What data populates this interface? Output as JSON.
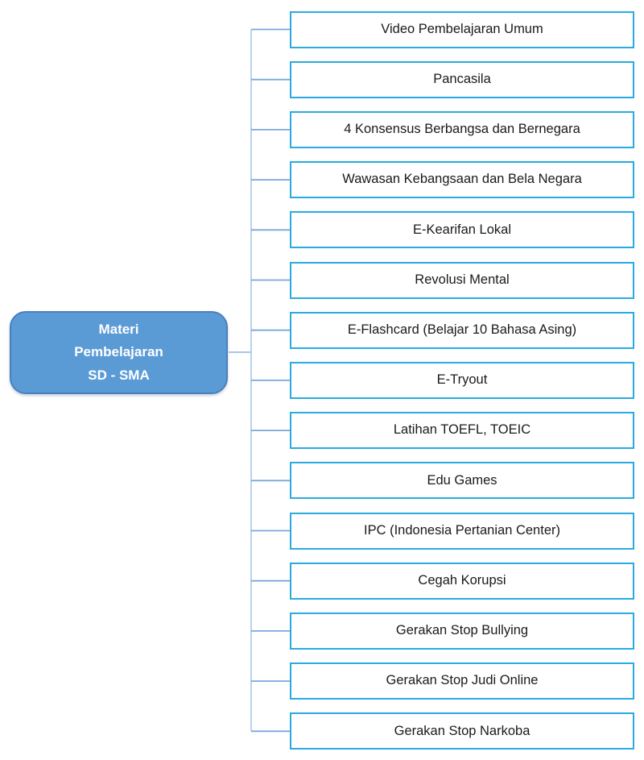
{
  "diagram": {
    "root": {
      "label": "Materi\nPembelajaran\nSD - SMA"
    },
    "nodes": [
      {
        "label": "Video Pembelajaran Umum"
      },
      {
        "label": "Pancasila"
      },
      {
        "label": "4 Konsensus Berbangsa dan Bernegara"
      },
      {
        "label": "Wawasan Kebangsaan dan Bela Negara"
      },
      {
        "label": "E-Kearifan Lokal"
      },
      {
        "label": "Revolusi Mental"
      },
      {
        "label": "E-Flashcard (Belajar 10 Bahasa Asing)"
      },
      {
        "label": "E-Tryout"
      },
      {
        "label": "Latihan TOEFL, TOEIC"
      },
      {
        "label": "Edu Games"
      },
      {
        "label": "IPC (Indonesia Pertanian Center)"
      },
      {
        "label": "Cegah Korupsi"
      },
      {
        "label": "Gerakan Stop Bullying"
      },
      {
        "label": "Gerakan Stop Judi Online"
      },
      {
        "label": "Gerakan Stop Narkoba"
      }
    ],
    "colors": {
      "root_fill": "#5B9BD5",
      "root_border": "#4A80BD",
      "root_text": "#FFFFFF",
      "node_border": "#29ABE2",
      "node_text": "#1A1A1A",
      "trunk_line": "#A9C7E9",
      "branch_line": "#7BA7DB"
    }
  }
}
